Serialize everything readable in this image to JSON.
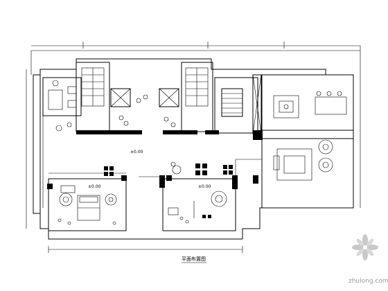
{
  "labels": {
    "hall": "±0.00",
    "bedroom": "±0.00",
    "room": "±0.00",
    "title": "平面布置图"
  },
  "watermark": {
    "text": "zhulong.com",
    "color": "#9a9a9a"
  }
}
